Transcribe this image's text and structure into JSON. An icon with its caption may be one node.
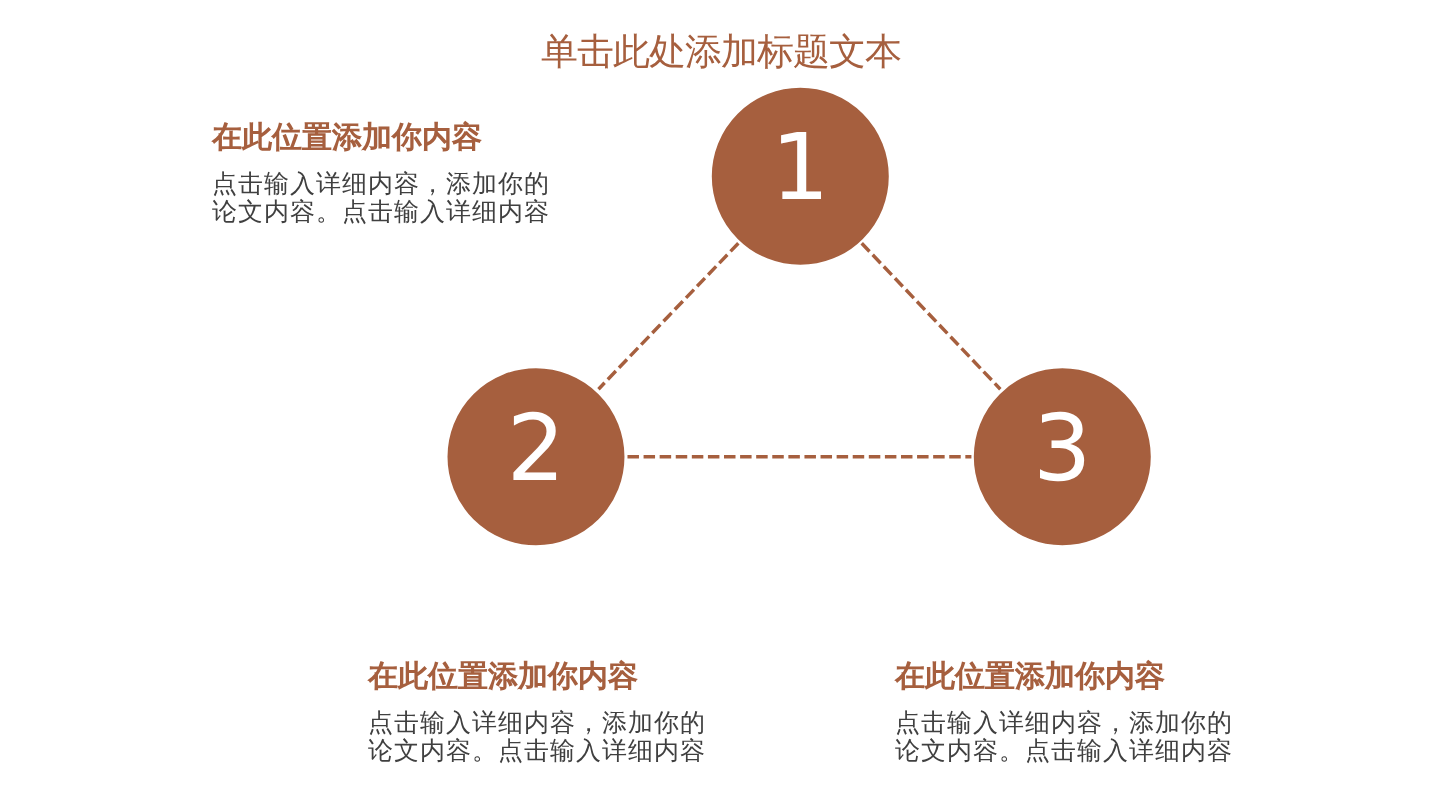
{
  "diagram": {
    "title": "单击此处添加标题文本",
    "nodes": [
      {
        "text": [
          "1"
        ],
        "beside": [
          "在此位置添加你内容",
          "点击输入详细内容，添加你的论文内容。点击输入详细内容"
        ]
      },
      {
        "text": [
          "2"
        ],
        "beside": [
          "在此位置添加你内容",
          "点击输入详细内容，添加你的论文内容。点击输入详细内容"
        ]
      },
      {
        "text": [
          "3"
        ],
        "beside": [
          "在此位置添加你内容",
          "点击输入详细内容，添加你的论文内容。点击输入详细内容"
        ]
      }
    ],
    "edges": [
      {
        "from": 0,
        "to": 1,
        "arrow": "none",
        "style": "dashed"
      },
      {
        "from": 0,
        "to": 2,
        "arrow": "none",
        "style": "dashed"
      },
      {
        "from": 1,
        "to": 2,
        "arrow": "none",
        "style": "dashed"
      }
    ]
  }
}
